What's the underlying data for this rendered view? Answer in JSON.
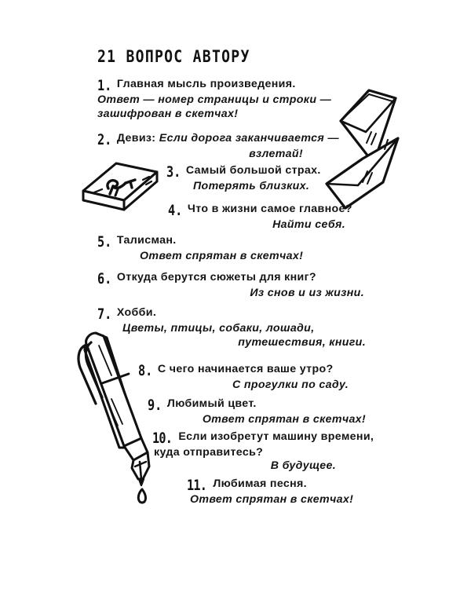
{
  "page": {
    "title": "21 ВОПРОС АВТОРУ",
    "language": "ru",
    "background_color": "#ffffff",
    "ink_color": "#141414"
  },
  "items": [
    {
      "number": "1.",
      "question": "Главная мысль произведения.",
      "answer_lines": [
        "Ответ — номер страницы и строки —",
        "зашифрован в скетчах!"
      ]
    },
    {
      "number": "2.",
      "question_plain": "Девиз:",
      "question_italic": "Если дорога заканчивается —",
      "answer_lines": [
        "взлетай!"
      ]
    },
    {
      "number": "3.",
      "question": "Самый большой страх.",
      "answer_lines": [
        "Потерять близких."
      ]
    },
    {
      "number": "4.",
      "question": "Что в жизни самое главное?",
      "answer_lines": [
        "Найти себя."
      ]
    },
    {
      "number": "5.",
      "question": "Талисман.",
      "answer_lines": [
        "Ответ спрятан в скетчах!"
      ]
    },
    {
      "number": "6.",
      "question": "Откуда берутся сюжеты для книг?",
      "answer_lines": [
        "Из снов и из жизни."
      ]
    },
    {
      "number": "7.",
      "question": "Хобби.",
      "answer_lines": [
        "Цветы, птицы, собаки, лошади,",
        "путешествия, книги."
      ]
    },
    {
      "number": "8.",
      "question": "С чего начинается ваше утро?",
      "answer_lines": [
        "С прогулки по саду."
      ]
    },
    {
      "number": "9.",
      "question": "Любимый цвет.",
      "answer_lines": [
        "Ответ спрятан в скетчах!"
      ]
    },
    {
      "number": "10.",
      "question_lines": [
        "Если изобретут машину времени,",
        "куда отправитесь?"
      ],
      "answer_lines": [
        "В будущее."
      ]
    },
    {
      "number": "11.",
      "question": "Любимая песня.",
      "answer_lines": [
        "Ответ спрятан в скетчах!"
      ]
    }
  ],
  "illustrations": [
    {
      "name": "envelopes-illustration",
      "description": "Две нарисованные от руки конверта"
    },
    {
      "name": "book-illustration",
      "description": "Закрытая книга с узором на обложке"
    },
    {
      "name": "fountain-pen-illustration",
      "description": "Перьевая ручка с каплей чернил"
    }
  ]
}
